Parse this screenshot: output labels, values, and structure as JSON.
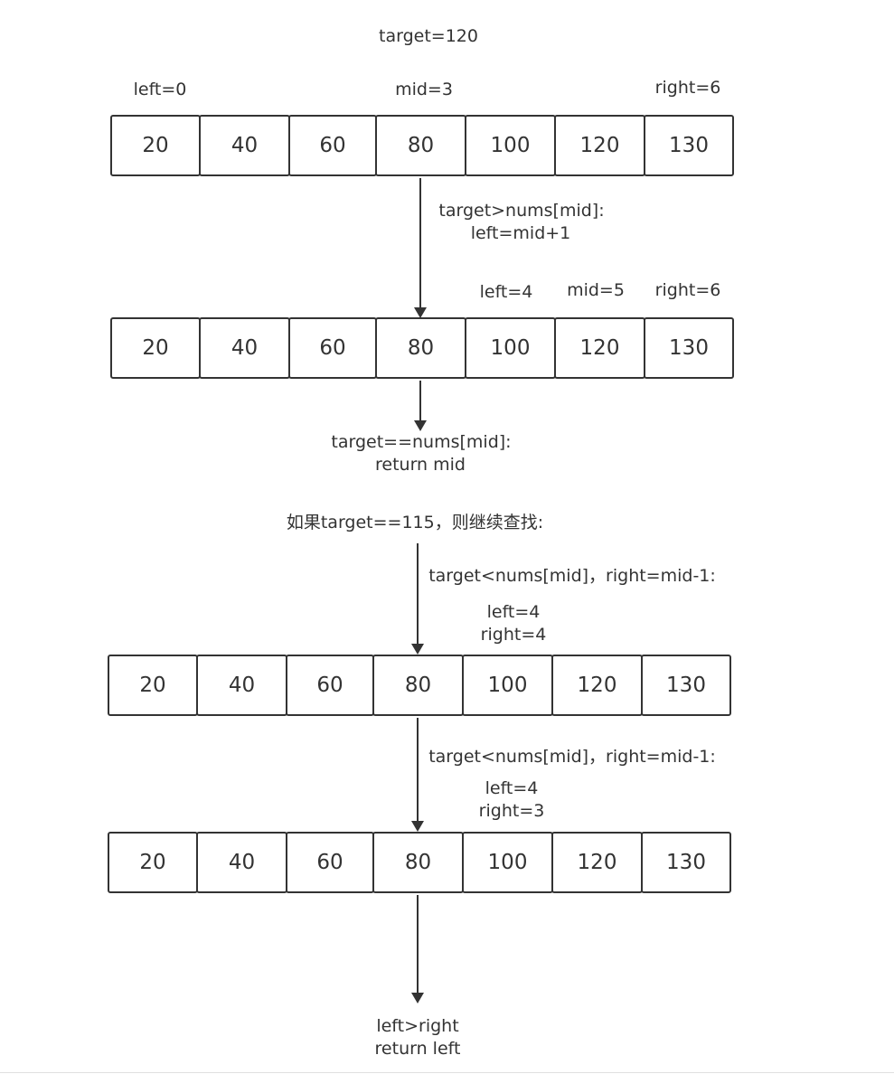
{
  "title": "target=120",
  "arrays": [
    {
      "values": [
        "20",
        "40",
        "60",
        "80",
        "100",
        "120",
        "130"
      ],
      "pointer_labels": [
        {
          "text": "left=0"
        },
        {
          "text": "mid=3"
        },
        {
          "text": "right=6"
        }
      ]
    },
    {
      "values": [
        "20",
        "40",
        "60",
        "80",
        "100",
        "120",
        "130"
      ],
      "pointer_labels": [
        {
          "text": "left=4"
        },
        {
          "text": "mid=5"
        },
        {
          "text": "right=6"
        }
      ]
    },
    {
      "values": [
        "20",
        "40",
        "60",
        "80",
        "100",
        "120",
        "130"
      ],
      "pointer_labels": []
    },
    {
      "values": [
        "20",
        "40",
        "60",
        "80",
        "100",
        "120",
        "130"
      ],
      "pointer_labels": []
    }
  ],
  "steps": {
    "step1": [
      "target>nums[mid]:",
      "left=mid+1"
    ],
    "step2": [
      "target==nums[mid]:",
      "return mid"
    ],
    "alt_heading": "如果target==115，则继续查找:",
    "step3": [
      "target<nums[mid]，right=mid-1:",
      "left=4",
      "right=4"
    ],
    "step4": [
      "target<nums[mid]，right=mid-1:",
      "left=4",
      "right=3"
    ],
    "step5": [
      "left>right",
      "return left"
    ]
  }
}
